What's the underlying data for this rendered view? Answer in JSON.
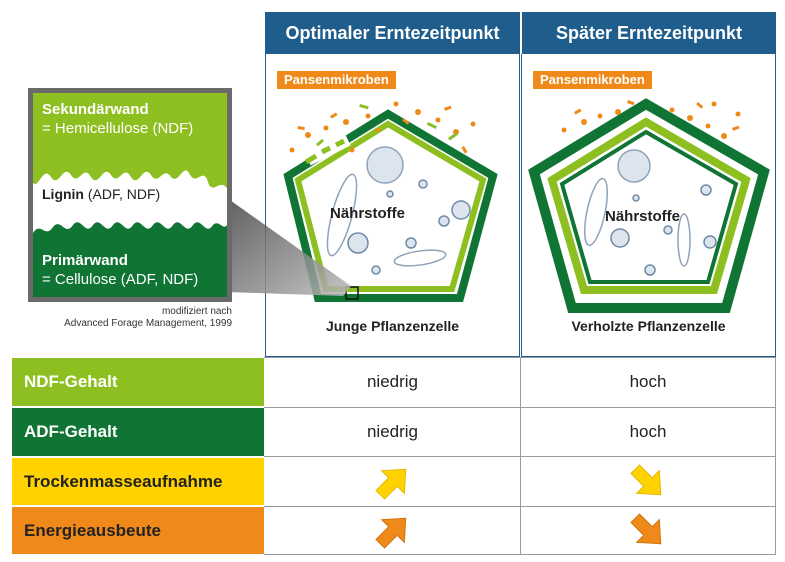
{
  "columns": {
    "optimal": {
      "header": "Optimaler Erntezeitpunkt",
      "badge": "Pansenmikroben",
      "nutrients": "Nährstoffe",
      "caption": "Junge Pflanzenzelle"
    },
    "late": {
      "header": "Später Erntezeitpunkt",
      "badge": "Pansenmikroben",
      "nutrients": "Nährstoffe",
      "caption": "Verholzte Pflanzenzelle"
    }
  },
  "wall_legend": {
    "secondary_title": "Sekundärwand",
    "secondary_desc": "= Hemicellulose (NDF)",
    "lignin_title": "Lignin",
    "lignin_desc": "(ADF, NDF)",
    "primary_title": "Primärwand",
    "primary_desc": "= Cellulose (ADF, NDF)",
    "source_line1": "modifiziert nach",
    "source_line2": "Advanced Forage Management, 1999"
  },
  "rows": [
    {
      "label": "NDF-Gehalt",
      "optimal": "niedrig",
      "late": "hoch",
      "color": "#8dbf20"
    },
    {
      "label": "ADF-Gehalt",
      "optimal": "niedrig",
      "late": "hoch",
      "color": "#0f7434"
    },
    {
      "label": "Trockenmasseaufnahme",
      "optimal_arrow": "up-arrow",
      "late_arrow": "down-arrow",
      "color": "#ffd200"
    },
    {
      "label": "Energieausbeute",
      "optimal_arrow": "up-arrow",
      "late_arrow": "down-arrow",
      "color": "#ef8a1a"
    }
  ],
  "colors": {
    "header_blue": "#1e5d8c",
    "light_green": "#8dbf20",
    "dark_green": "#0f7434",
    "yellow": "#ffd200",
    "orange": "#ef8a1a"
  }
}
